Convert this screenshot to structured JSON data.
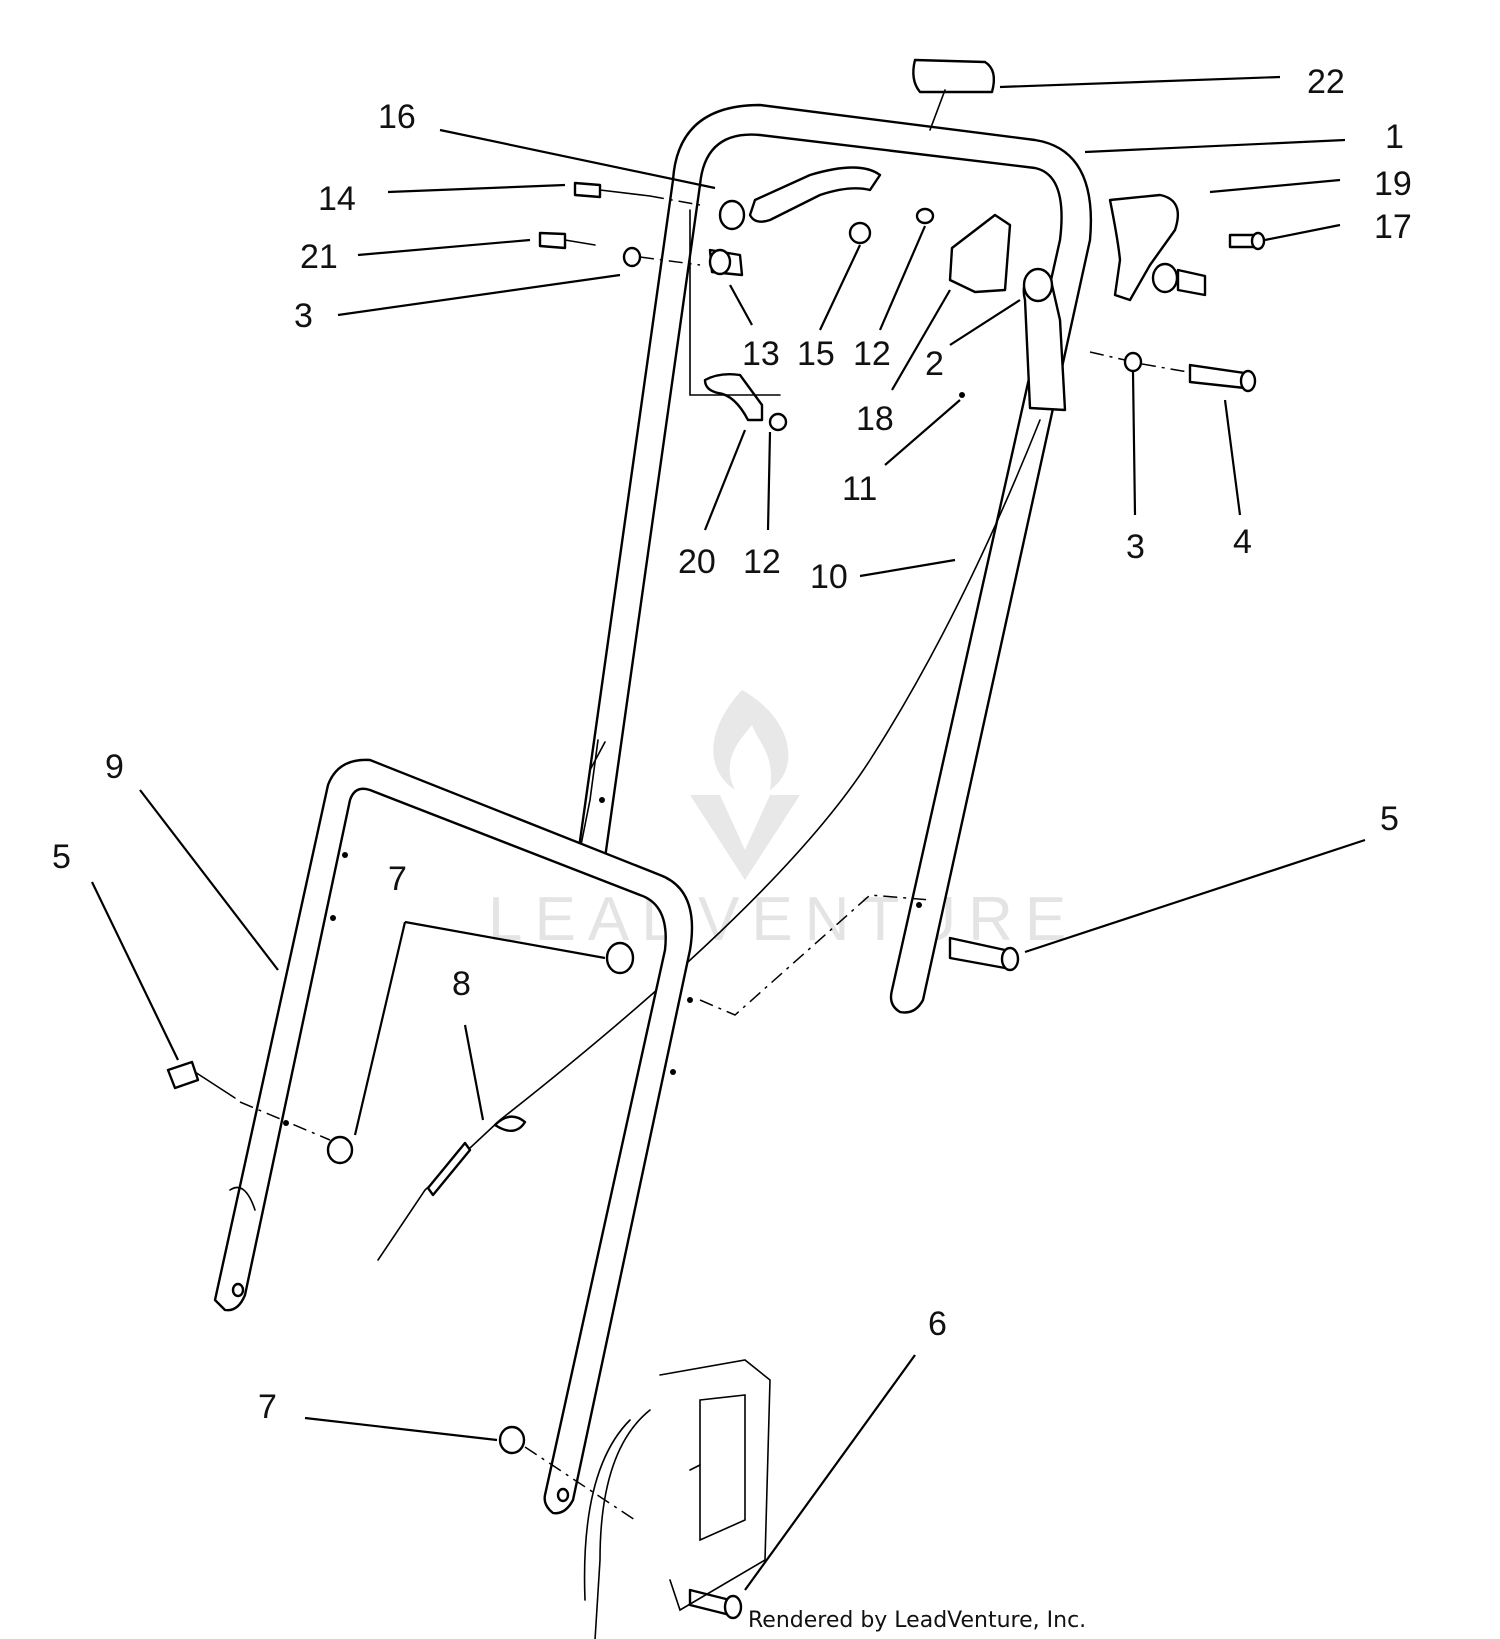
{
  "callouts": {
    "c1": "1",
    "c2": "2",
    "c3a": "3",
    "c3b": "3",
    "c4": "4",
    "c5a": "5",
    "c5b": "5",
    "c6": "6",
    "c7a": "7",
    "c7b": "7",
    "c8": "8",
    "c9": "9",
    "c10": "10",
    "c11": "11",
    "c12a": "12",
    "c12b": "12",
    "c13": "13",
    "c14": "14",
    "c15": "15",
    "c16": "16",
    "c17": "17",
    "c18": "18",
    "c19": "19",
    "c20": "20",
    "c21": "21",
    "c22": "22"
  },
  "watermark": "LEADVENTURE",
  "credit": "Rendered by LeadVenture, Inc."
}
